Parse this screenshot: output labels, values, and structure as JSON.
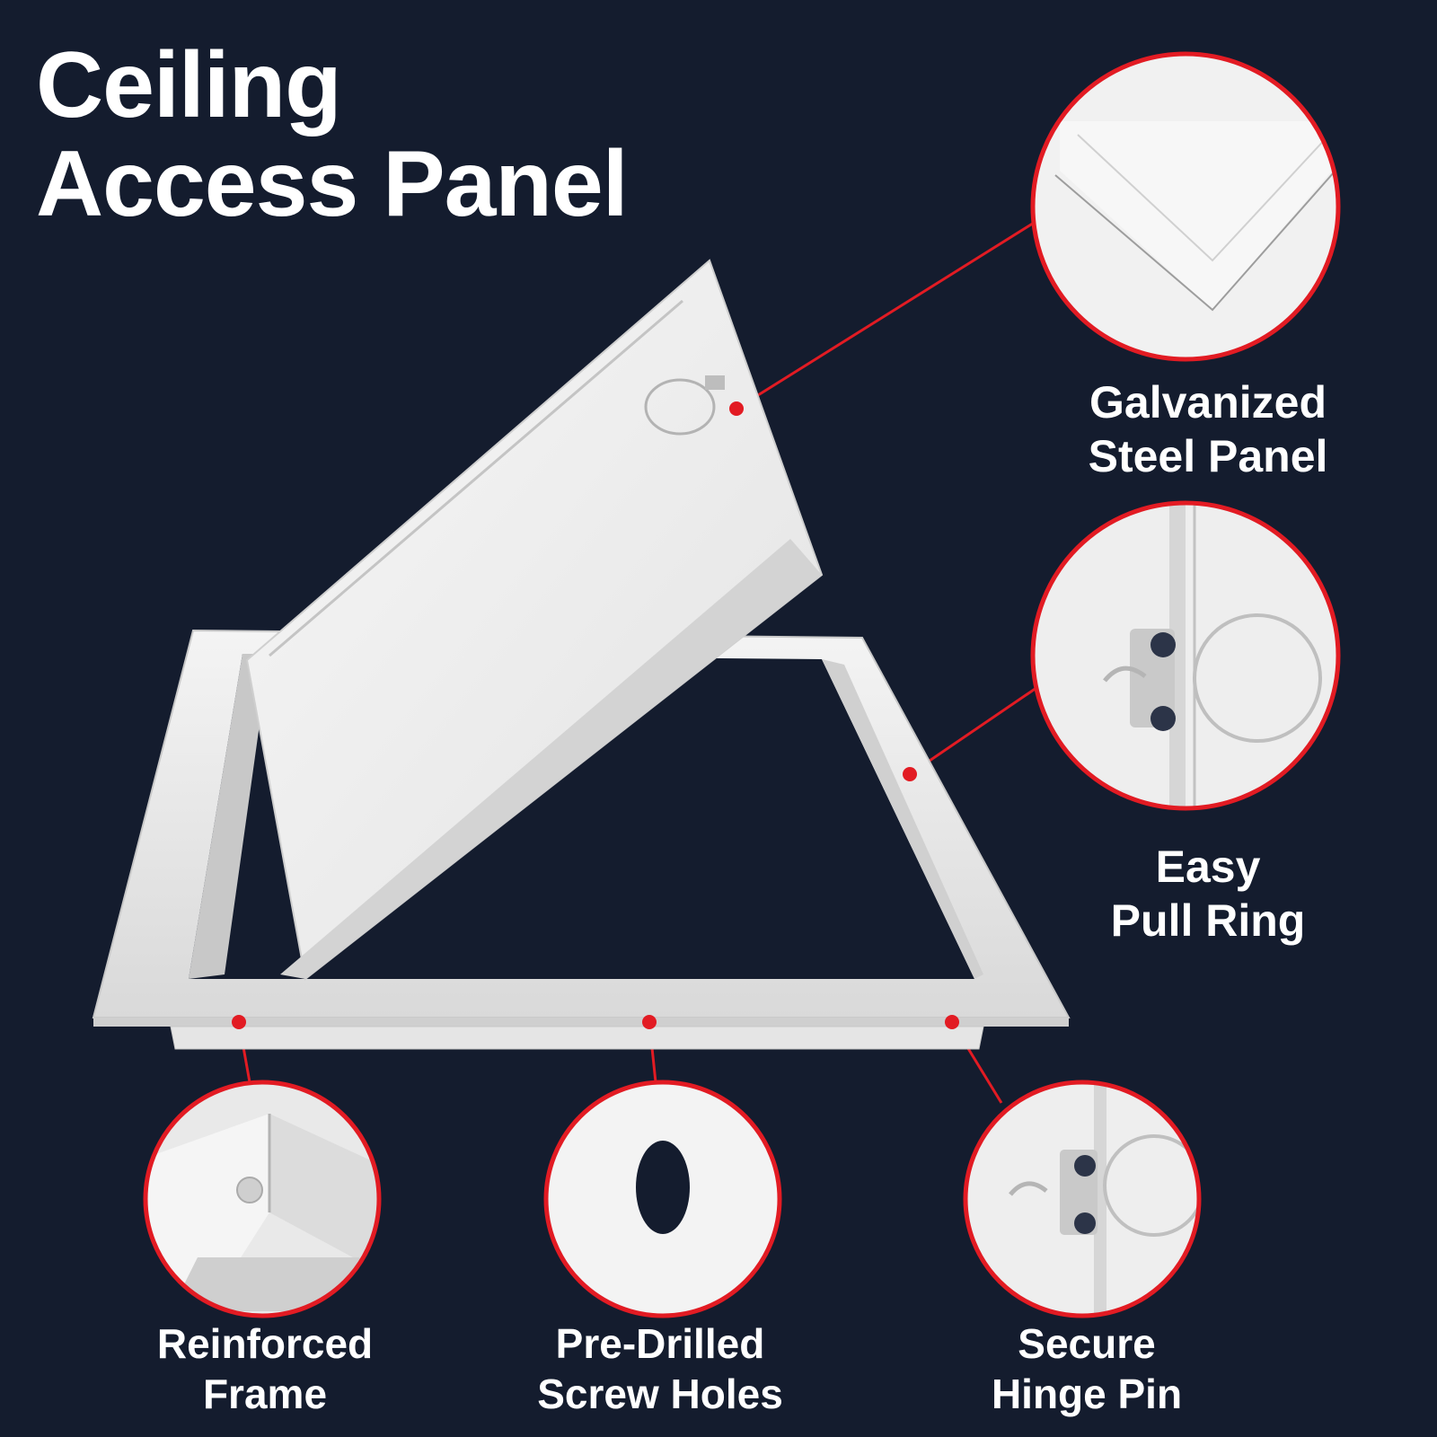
{
  "title": {
    "line1": "Ceiling",
    "line2": "Access Panel"
  },
  "callouts": {
    "galvanized": {
      "line1": "Galvanized",
      "line2": "Steel Panel"
    },
    "pull_ring": {
      "line1": "Easy",
      "line2": "Pull Ring"
    },
    "frame": {
      "line1": "Reinforced",
      "line2": "Frame"
    },
    "screw_holes": {
      "line1": "Pre-Drilled",
      "line2": "Screw Holes"
    },
    "hinge_pin": {
      "line1": "Secure",
      "line2": "Hinge Pin"
    }
  },
  "colors": {
    "background": "#141c2e",
    "accent": "#e21b23",
    "panel": "#ededed"
  }
}
